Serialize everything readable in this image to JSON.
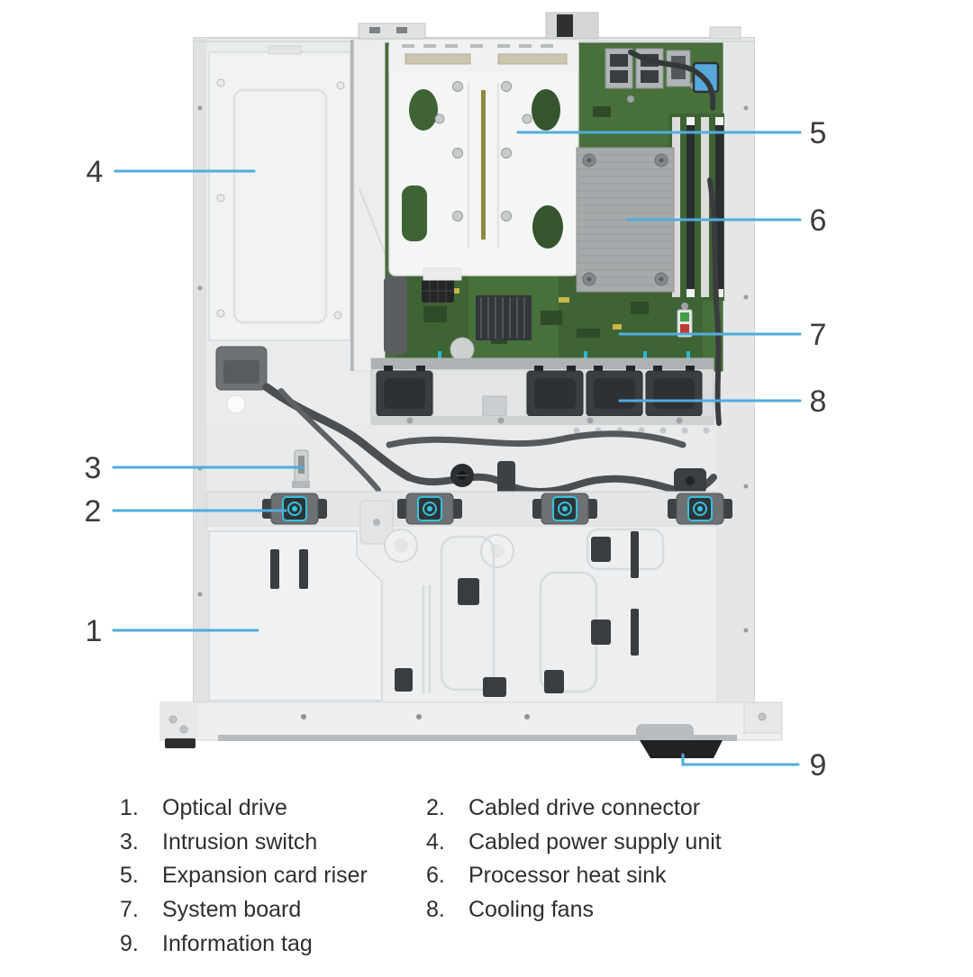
{
  "figure": {
    "kind": "server-interior-callout-diagram",
    "description": "Top-down inside view of a 1U rack server chassis with numbered callouts"
  },
  "callouts": [
    {
      "num": "1",
      "label": "Optical drive"
    },
    {
      "num": "2",
      "label": "Cabled drive connector"
    },
    {
      "num": "3",
      "label": "Intrusion switch"
    },
    {
      "num": "4",
      "label": "Cabled power supply unit"
    },
    {
      "num": "5",
      "label": "Expansion card riser"
    },
    {
      "num": "6",
      "label": "Processor heat sink"
    },
    {
      "num": "7",
      "label": "System board"
    },
    {
      "num": "8",
      "label": "Cooling fans"
    },
    {
      "num": "9",
      "label": "Information tag"
    }
  ],
  "legend": {
    "left": [
      {
        "num": "1.",
        "label": "Optical drive"
      },
      {
        "num": "3.",
        "label": "Intrusion switch"
      },
      {
        "num": "5.",
        "label": "Expansion card riser"
      },
      {
        "num": "7.",
        "label": "System board"
      },
      {
        "num": "9.",
        "label": "Information tag"
      }
    ],
    "right": [
      {
        "num": "2.",
        "label": "Cabled drive connector"
      },
      {
        "num": "4.",
        "label": "Cabled power supply unit"
      },
      {
        "num": "6.",
        "label": "Processor heat sink"
      },
      {
        "num": "8.",
        "label": "Cooling fans"
      }
    ]
  },
  "colors": {
    "background": "#ffffff",
    "leader_line": "#4fadde",
    "callout_text": "#3a3c3e",
    "legend_text": "#2d2f31",
    "chassis_light": "#e9ebec",
    "chassis_border": "#c2c5c7",
    "board_green": "#47703b",
    "heatsink_gray": "#a6aaab",
    "fan_dark": "#3b3e41",
    "cable_dark": "#4b4f51",
    "touchpoint_cyan": "#35c2df",
    "port_blue": "#58a8dc",
    "info_tag_black": "#202224"
  }
}
